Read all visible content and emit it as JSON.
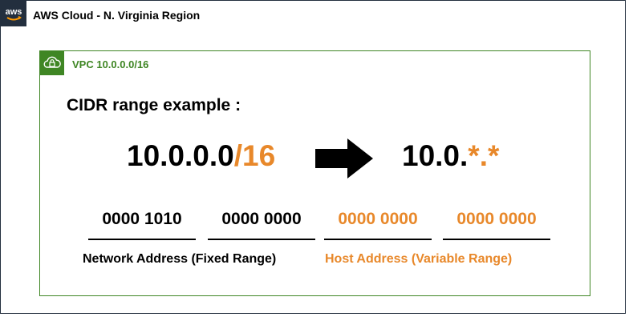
{
  "cloud": {
    "logo_text": "aws",
    "title": "AWS Cloud - N. Virginia Region"
  },
  "vpc": {
    "label": "VPC 10.0.0.0/16",
    "icon": "vpc-lock-cloud-icon"
  },
  "diagram": {
    "heading": "CIDR range example :",
    "cidr_base": "10.0.0.0",
    "cidr_prefix": "/16",
    "arrow_icon": "right-arrow-icon",
    "range_fixed": "10.0.",
    "range_star1": "*",
    "range_dot": ".",
    "range_star2": "*",
    "octets": [
      {
        "bits": "0000 1010"
      },
      {
        "bits": "0000 0000"
      },
      {
        "bits": "0000 0000"
      },
      {
        "bits": "0000 0000"
      }
    ],
    "network_label": "Network Address (Fixed Range)",
    "host_label": "Host Address (Variable Range)"
  },
  "colors": {
    "aws_dark": "#232f3e",
    "vpc_green": "#3f8624",
    "host_orange": "#e8882a",
    "text": "#000000"
  }
}
